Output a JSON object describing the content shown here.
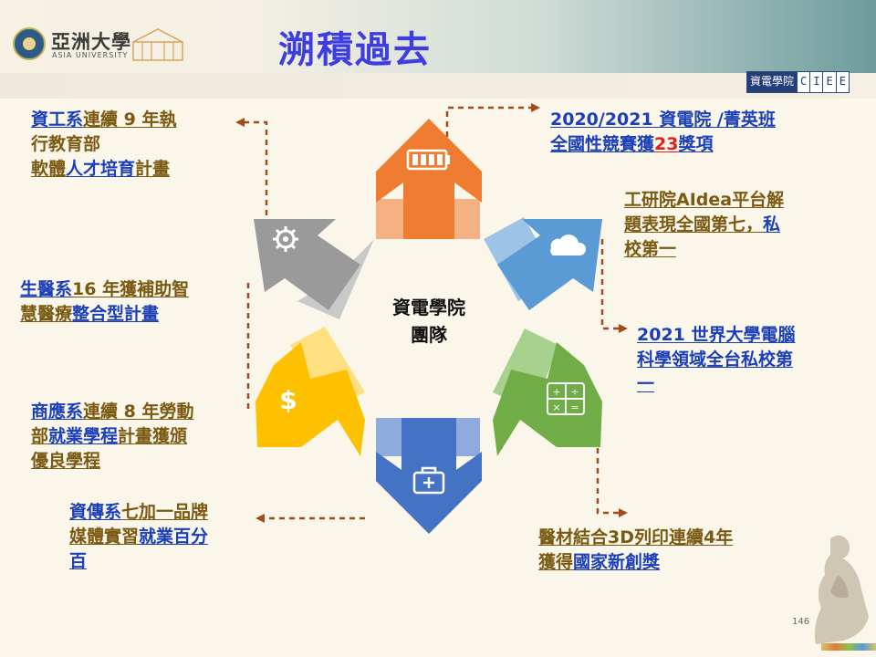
{
  "header": {
    "title": "溯積過去",
    "logo_cn": "亞洲大學",
    "logo_en": "ASIA UNIVERSITY",
    "badge": [
      "資電學院",
      "C",
      "I",
      "E",
      "E"
    ]
  },
  "center": {
    "line1": "資電學院",
    "line2": "團隊"
  },
  "items": {
    "top_right": {
      "a": "2020/2021 資電院 /菁英班",
      "b": "全國性競賽獲",
      "c": "23",
      "d": "獎項"
    },
    "top_left": {
      "a": "資工系",
      "b": "連續 9 年執",
      "c": "行教育部",
      "d": "軟體",
      "e": "人才培育",
      "f": "計畫"
    },
    "right_upper": {
      "a": "工研院AIdea平台解",
      "b": "題表現全國第七，",
      "c": "私",
      "d": "校第一"
    },
    "left_upper": {
      "a": "生醫系",
      "b": "16 年獲補助智",
      "c": "慧醫療",
      "d": "整合型計畫"
    },
    "right_lower": {
      "a": "2021 世界大學電腦",
      "b": "科學領域全台私校第",
      "c": "一"
    },
    "left_lower": {
      "a": "商應系",
      "b": "連續 8 年勞動",
      "c": "部",
      "d": "就業學程",
      "e": "計畫獲頒",
      "f": "優良學程"
    },
    "bottom_right": {
      "a": "醫材結合3D列印連續4年",
      "b": "獲得",
      "c": "國家新創獎"
    },
    "bottom_left": {
      "a": "資傳系",
      "b": "七加一品牌",
      "c": "媒體實習",
      "d": "就業百分",
      "e": "百"
    }
  },
  "page_number": "146",
  "colors": {
    "title": "#3d3de0",
    "orange": "#ee7d31",
    "blue": "#5a9bd5",
    "green": "#70ad47",
    "navy": "#4472c4",
    "yellow": "#fdc101",
    "gray": "#9a9a9a",
    "link_blue": "#1a3fb8",
    "brown_text": "#7a5a12",
    "dashed_line": "#a24a1c"
  },
  "icons": [
    "battery-icon",
    "cloud-icon",
    "calculator-icon",
    "first-aid-kit-icon",
    "dollar-icon",
    "gear-icon"
  ]
}
